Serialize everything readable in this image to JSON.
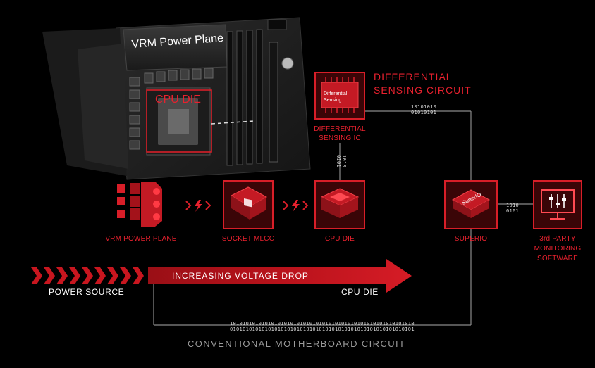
{
  "board": {
    "vrm_label": "VRM Power Plane",
    "die_label": "CPU DIE"
  },
  "differential": {
    "title_line1": "DIFFERENTIAL",
    "title_line2": "SENSING CIRCUIT",
    "chip_text_line1": "Differential",
    "chip_text_line2": "Sensing",
    "ic_label_line1": "DIFFERENTIAL",
    "ic_label_line2": "SENSING IC"
  },
  "nodes": {
    "vrm": "VRM POWER PLANE",
    "mlcc": "SOCKET MLCC",
    "cpu_die": "CPU DIE",
    "superio": "SUPERIO",
    "superio_chip": "SuperIO",
    "third_party_line1": "3rd PARTY",
    "third_party_line2": "MONITORING",
    "third_party_line3": "SOFTWARE"
  },
  "bits": {
    "diff_top_1": "10101010",
    "diff_top_2": "01010101",
    "vertical_1": "1010",
    "vertical_2": "0101",
    "right_1": "1010",
    "right_2": "0101",
    "bottom_1": "1010101010101010101010101010101010101010101010101010101010",
    "bottom_2": "0101010101010101010101010101010101010101010101010101010101"
  },
  "arrow": {
    "text": "INCREASING VOLTAGE DROP",
    "left_label": "POWER SOURCE",
    "right_label": "CPU DIE"
  },
  "footer": {
    "caption": "CONVENTIONAL MOTHERBOARD CIRCUIT"
  },
  "colors": {
    "accent_red": "#e8212e",
    "box_fill": "#3a0507",
    "line_gray": "#8a8a8a"
  }
}
